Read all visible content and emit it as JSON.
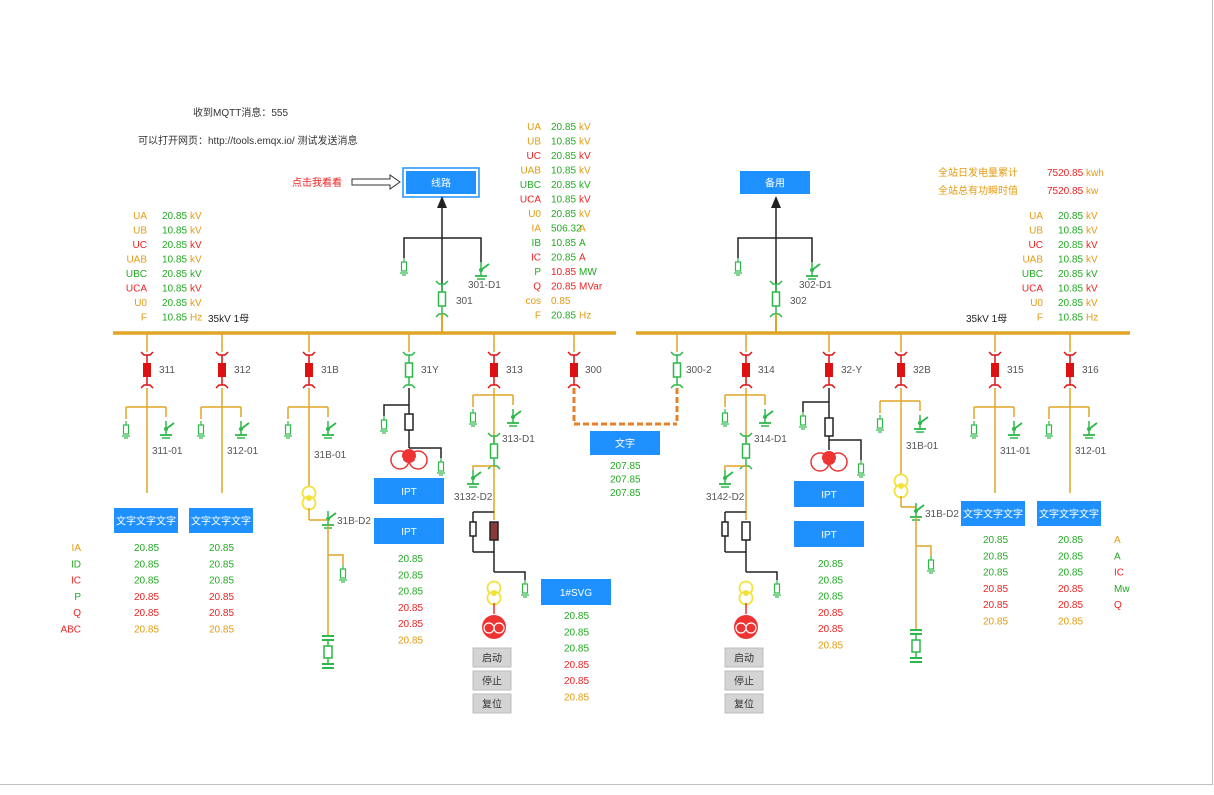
{
  "header": {
    "mqtt_text": "收到MQTT消息：555",
    "hint_text": "可以打开网页：http://tools.emqx.io/  测试发送消息",
    "click_hint": "点击我看看"
  },
  "colors": {
    "bus": "#e0a526",
    "feeder": "#e0a526",
    "breaker": "#dd1111",
    "switch": "#2db84a",
    "label_gray": "#555555",
    "button_blue": "#1e90ff",
    "red": "#ee2222",
    "green": "#22aa22",
    "orange": "#e39b12",
    "ct_yellow": "#f2e23a",
    "tx_red": "#ee3333",
    "black": "#222222",
    "svg_brown": "#8b3a3a",
    "ctrl_gray": "#d4d4d4"
  },
  "line_buttons": {
    "left": "线路",
    "right": "备用"
  },
  "bus_labels": {
    "left": "35kV 1母",
    "right": "35kV 1母"
  },
  "meas_units_left_top": {
    "labels": [
      "UA",
      "UB",
      "UC",
      "UAB",
      "UBC",
      "UCA",
      "U0",
      "F"
    ],
    "values": [
      "20.85",
      "10.85",
      "20.85",
      "10.85",
      "20.85",
      "10.85",
      "20.85",
      "10.85"
    ],
    "units": [
      "kV",
      "kV",
      "kV",
      "kV",
      "kV",
      "kV",
      "kV",
      "Hz"
    ]
  },
  "meas_center": {
    "labels": [
      "UA",
      "UB",
      "UC",
      "UAB",
      "UBC",
      "UCA",
      "U0",
      "IA",
      "IB",
      "IC",
      "P",
      "Q",
      "cos",
      "F"
    ],
    "values": [
      "20.85",
      "10.85",
      "20.85",
      "10.85",
      "20.85",
      "10.85",
      "20.85",
      "506.32",
      "10.85",
      "20.85",
      "10.85",
      "20.85",
      "0.85",
      "20.85"
    ],
    "units": [
      "kV",
      "kV",
      "kV",
      "kV",
      "kV",
      "kV",
      "kV",
      "A",
      "A",
      "A",
      "MW",
      "MVar",
      "",
      "Hz"
    ]
  },
  "meas_right": {
    "labels": [
      "UA",
      "UB",
      "UC",
      "UAB",
      "UBC",
      "UCA",
      "U0",
      "F"
    ],
    "values": [
      "20.85",
      "10.85",
      "20.85",
      "10.85",
      "20.85",
      "10.85",
      "20.85",
      "10.85"
    ],
    "units": [
      "kV",
      "kV",
      "kV",
      "kV",
      "kV",
      "kV",
      "kV",
      "Hz"
    ]
  },
  "station_totals": {
    "labels": [
      "全站日发电量累计",
      "全站总有功瞬时值"
    ],
    "values": [
      "7520.85",
      "7520.85"
    ],
    "units": [
      "kwh",
      "kw"
    ]
  },
  "incoming": [
    {
      "switch": "301-D1",
      "breaker": "301"
    },
    {
      "switch": "302-D1",
      "breaker": "302"
    }
  ],
  "feeders": {
    "f311": {
      "name": "311",
      "sw": "311-01"
    },
    "f312": {
      "name": "312",
      "sw": "312-01"
    },
    "f31B": {
      "name": "31B",
      "sw": "31B-01",
      "sw2": "31B-D2"
    },
    "f31Y": {
      "name": "31Y"
    },
    "f313": {
      "name": "313",
      "sw": "313-D1",
      "sw2": "3132-D2"
    },
    "f300": {
      "name": "300"
    },
    "f3002": {
      "name": "300-2"
    },
    "f314": {
      "name": "314",
      "sw": "314-D1",
      "sw2": "3142-D2"
    },
    "f32Y": {
      "name": "32-Y"
    },
    "f32B": {
      "name": "32B",
      "sw": "31B-01",
      "sw2": "31B-D2"
    },
    "f315": {
      "name": "315",
      "sw": "311-01"
    },
    "f316": {
      "name": "316",
      "sw": "312-01"
    }
  },
  "buttons": {
    "text_btn": "文字文字文字",
    "ipt": "IPT",
    "svg": "1#SVG",
    "wenzi": "文字",
    "start": "启动",
    "stop": "停止",
    "reset": "复位"
  },
  "left_table": {
    "labels": [
      "IA",
      "ID",
      "IC",
      "P",
      "Q",
      "ABC"
    ],
    "col1": [
      "20.85",
      "20.85",
      "20.85",
      "20.85",
      "20.85",
      "20.85"
    ],
    "col2": [
      "20.85",
      "20.85",
      "20.85",
      "20.85",
      "20.85",
      "20.85"
    ]
  },
  "ipt_left_values": [
    "20.85",
    "20.85",
    "20.85",
    "20.85",
    "20.85",
    "20.85"
  ],
  "svg_values": [
    "20.85",
    "20.85",
    "20.85",
    "20.85",
    "20.85",
    "20.85"
  ],
  "wenzi_values": [
    "207.85",
    "207.85",
    "207.85"
  ],
  "ipt_right_values": [
    "20.85",
    "20.85",
    "20.85",
    "20.85",
    "20.85",
    "20.85"
  ],
  "right_table": {
    "col1": [
      "20.85",
      "20.85",
      "20.85",
      "20.85",
      "20.85",
      "20.85"
    ],
    "col2": [
      "20.85",
      "20.85",
      "20.85",
      "20.85",
      "20.85",
      "20.85"
    ],
    "labels": [
      "A",
      "A",
      "IC",
      "Mw",
      "Q"
    ]
  }
}
